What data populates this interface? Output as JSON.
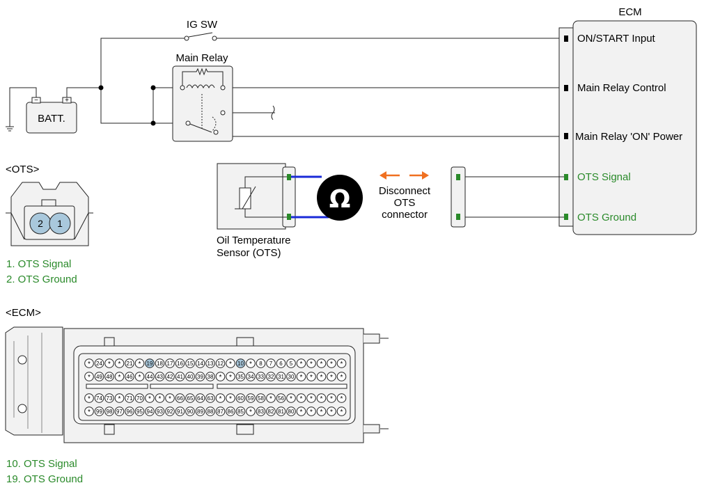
{
  "ecm_box": {
    "title": "ECM",
    "pins": [
      {
        "label": "ON/START Input",
        "color": "#000000"
      },
      {
        "label": "Main Relay Control",
        "color": "#000000"
      },
      {
        "label": "Main Relay 'ON' Power",
        "color": "#000000"
      },
      {
        "label": "OTS Signal",
        "color": "#2a8a2a"
      },
      {
        "label": "OTS Ground",
        "color": "#2a8a2a"
      }
    ]
  },
  "circuit": {
    "ig_sw": "IG SW",
    "main_relay": "Main Relay",
    "battery": "BATT.",
    "battery_neg": "−",
    "battery_pos": "+",
    "sensor_line1": "Oil Temperature",
    "sensor_line2": "Sensor (OTS)",
    "ohm_symbol": "Ω",
    "disconnect_line1": "Disconnect",
    "disconnect_line2": "OTS",
    "disconnect_line3": "connector"
  },
  "ots_connector": {
    "heading": "<OTS>",
    "pin_left": "2",
    "pin_right": "1",
    "legend": [
      "1. OTS Signal",
      "2. OTS Ground"
    ]
  },
  "ecm_connector": {
    "heading": "<ECM>",
    "legend": [
      "10. OTS Signal",
      "19. OTS Ground"
    ],
    "highlight_pins": [
      "19",
      "10"
    ],
    "rows": [
      [
        "*",
        "24",
        "*",
        "*",
        "21",
        "*",
        "19",
        "18",
        "17",
        "16",
        "15",
        "14",
        "13",
        "12",
        "*",
        "10",
        "*",
        "8",
        "7",
        "6",
        "5",
        "*",
        "*",
        "*",
        "*",
        "*"
      ],
      [
        "*",
        "49",
        "48",
        "*",
        "46",
        "*",
        "44",
        "43",
        "42",
        "41",
        "40",
        "39",
        "38",
        "*",
        "*",
        "35",
        "34",
        "33",
        "32",
        "31",
        "30",
        "*",
        "*",
        "*",
        "*",
        "*"
      ],
      [
        "*",
        "74",
        "73",
        "*",
        "71",
        "70",
        "*",
        "*",
        "*",
        "66",
        "65",
        "64",
        "63",
        "*",
        "*",
        "60",
        "59",
        "58",
        "*",
        "56",
        "*",
        "*",
        "*",
        "*",
        "*",
        "*"
      ],
      [
        "*",
        "99",
        "98",
        "97",
        "96",
        "95",
        "94",
        "93",
        "92",
        "91",
        "90",
        "89",
        "88",
        "87",
        "86",
        "85",
        "*",
        "83",
        "82",
        "81",
        "80",
        "*",
        "*",
        "*",
        "*",
        "*"
      ]
    ]
  },
  "colors": {
    "green": "#2a8a2a",
    "blue": "#1a2ad8",
    "orange": "#f07020",
    "pin_highlight": "#a9c8dc",
    "box_fill": "#f2f2f2"
  }
}
